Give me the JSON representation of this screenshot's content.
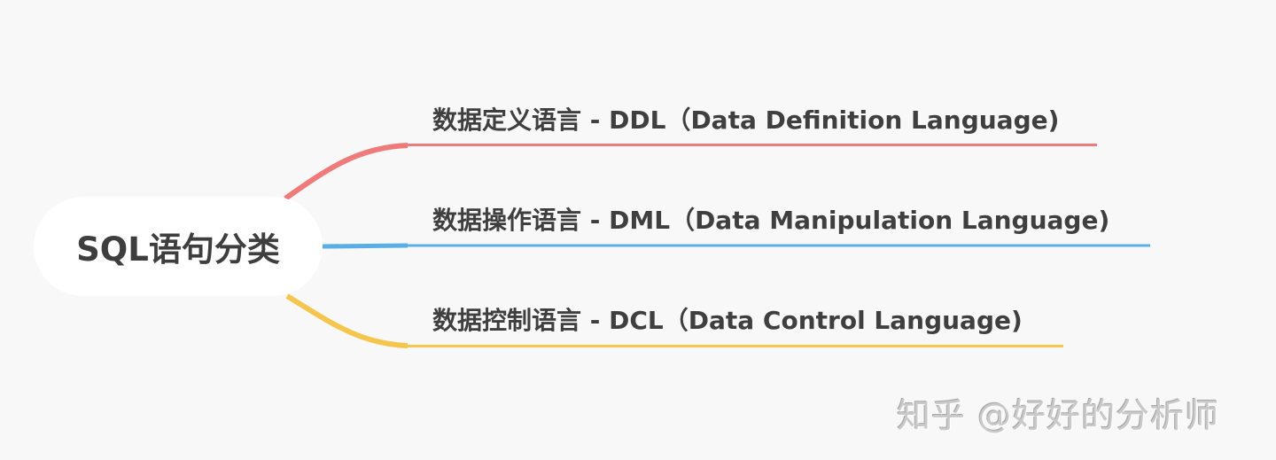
{
  "diagram": {
    "type": "mind-map",
    "root": {
      "label": "SQL语句分类"
    },
    "branches": [
      {
        "label": "数据定义语言 - DDL（Data Definition Language)",
        "abbr": "DDL",
        "color": "#ee7a7a"
      },
      {
        "label": "数据操作语言 - DML（Data Manipulation Language)",
        "abbr": "DML",
        "color": "#5aaee6"
      },
      {
        "label": "数据控制语言 - DCL（Data Control Language)",
        "abbr": "DCL",
        "color": "#f5c64f"
      }
    ]
  },
  "watermark": {
    "text": "知乎 @好好的分析师"
  },
  "colors": {
    "background": "#f8f8f8",
    "node_fill": "#ffffff",
    "text": "#3f3f3f"
  }
}
